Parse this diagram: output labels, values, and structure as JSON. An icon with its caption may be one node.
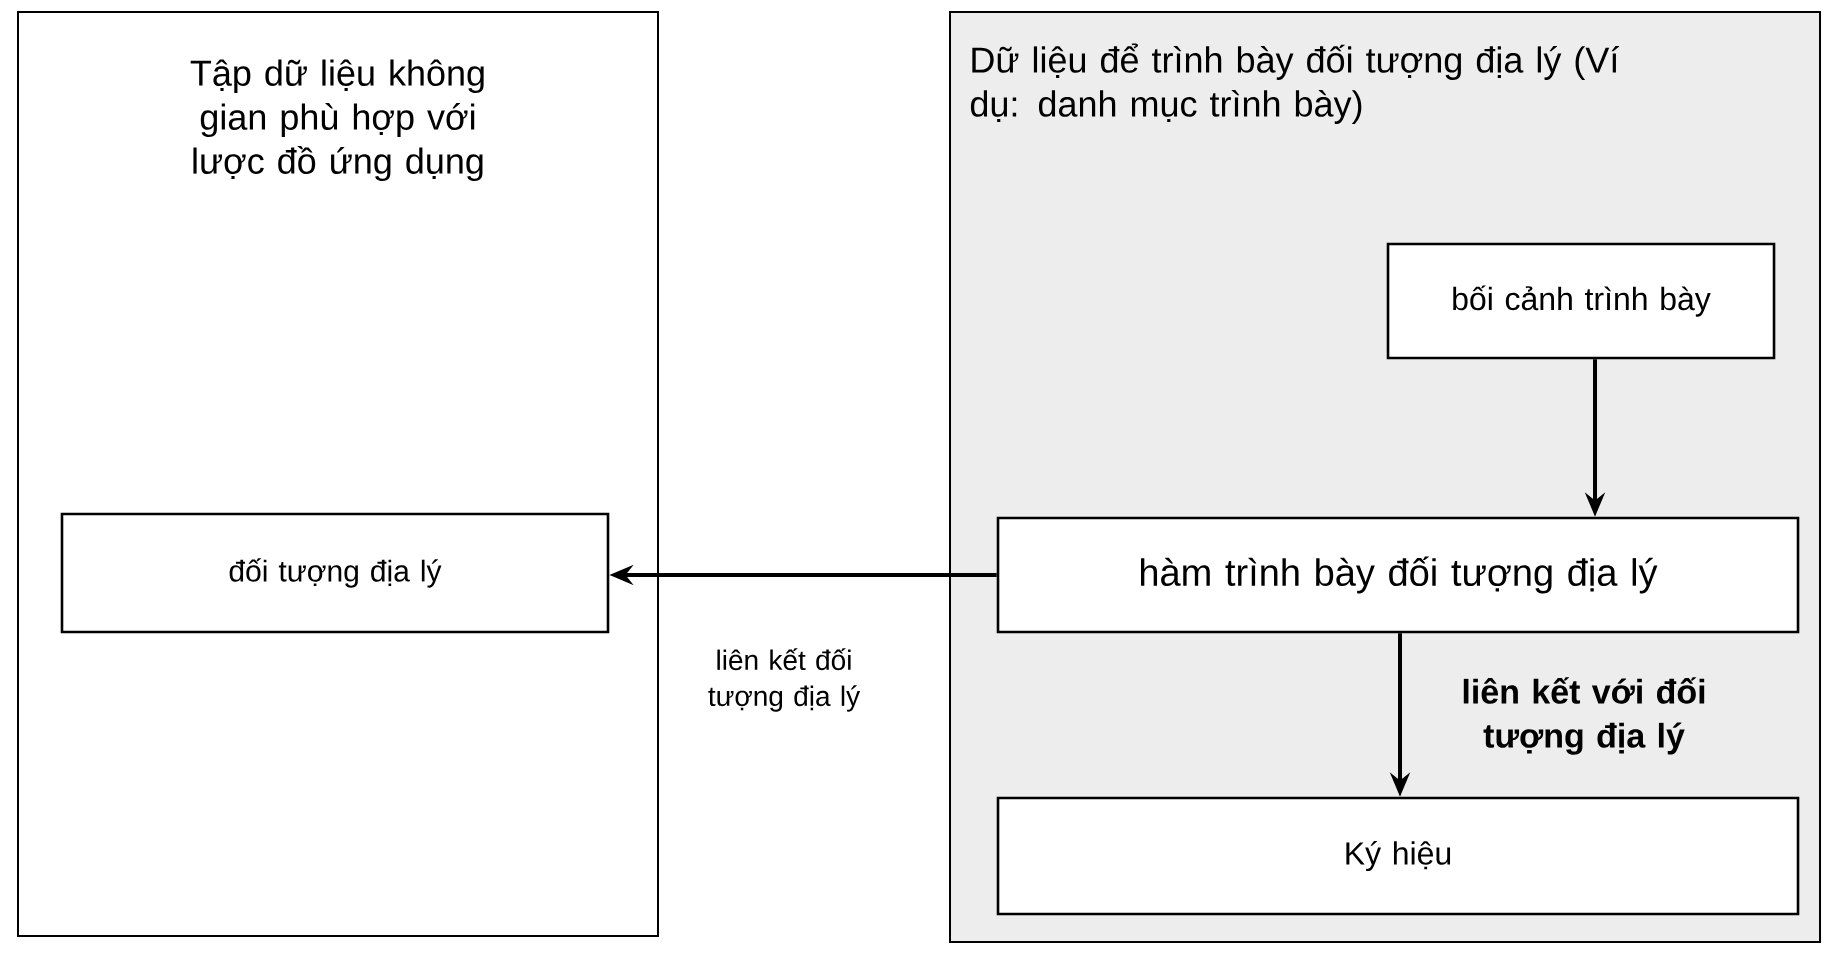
{
  "diagram": {
    "nodes": [
      {
        "text": [
          "Tập dữ liệu không gian phù hợp với lược đồ ứng dụng"
        ]
      },
      {
        "text": [
          "đối tượng địa lý"
        ],
        "in": 0
      },
      {
        "text": [
          "Dữ liệu để trình bày đối tượng địa lý (Ví dụ: danh mục trình bày)"
        ]
      },
      {
        "text": [
          "bối cảnh trình bày"
        ],
        "in": 2
      },
      {
        "text": [
          "hàm trình bày đối tượng địa lý"
        ],
        "in": 2
      },
      {
        "text": [
          "Ký hiệu"
        ],
        "in": 2
      }
    ],
    "edges": [
      {
        "from": 3,
        "to": 4,
        "arrow": "to"
      },
      {
        "from": 4,
        "to": 1,
        "arrow": "to",
        "label": "liên kết đối tượng địa lý"
      },
      {
        "from": 4,
        "to": 5,
        "arrow": "to",
        "label": "liên kết với đối tượng địa lý"
      }
    ]
  }
}
